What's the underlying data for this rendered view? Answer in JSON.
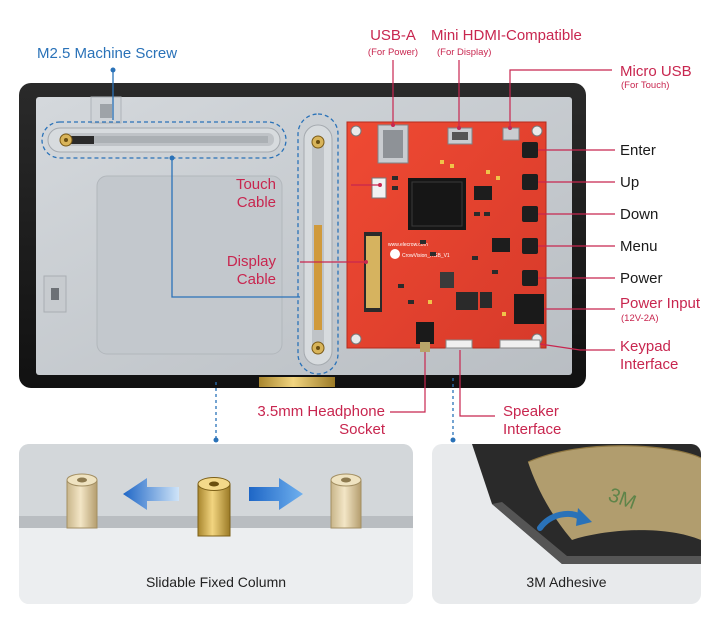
{
  "labels": {
    "machine_screw": "M2.5 Machine Screw",
    "usb_a": "USB-A",
    "usb_a_sub": "(For Power)",
    "mini_hdmi": "Mini HDMI-Compatible",
    "mini_hdmi_sub": "(For Display)",
    "micro_usb": "Micro USB",
    "micro_usb_sub": "(For Touch)",
    "touch_cable_1": "Touch",
    "touch_cable_2": "Cable",
    "display_cable_1": "Display",
    "display_cable_2": "Cable",
    "enter": "Enter",
    "up": "Up",
    "down": "Down",
    "menu": "Menu",
    "power": "Power",
    "power_input": "Power Input",
    "power_input_sub": "(12V-2A)",
    "keypad_1": "Keypad",
    "keypad_2": "Interface",
    "headphone_1": "3.5mm Headphone",
    "headphone_2": "Socket",
    "speaker_1": "Speaker",
    "speaker_2": "Interface"
  },
  "board": {
    "silk_1": "www.elecrow.com",
    "silk_2": "CrowVision_RGB_V1"
  },
  "panels": {
    "left_caption": "Slidable Fixed Column",
    "right_caption": "3M Adhesive"
  },
  "colors": {
    "accent_pink": "#c8264f",
    "accent_blue": "#2a72b8",
    "pcb_red": "#e2402d",
    "frame_black": "#1c1c1c",
    "panel_metal": "#c9cdd1"
  }
}
